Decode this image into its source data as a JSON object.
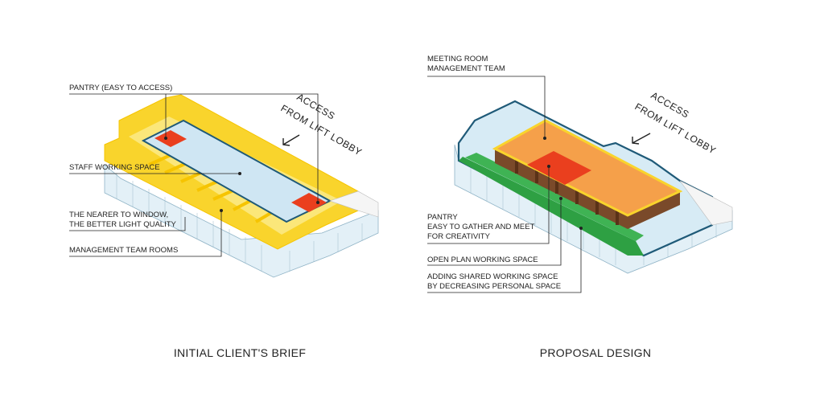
{
  "left": {
    "caption": "INITIAL CLIENT'S BRIEF",
    "access": [
      "ACCESS",
      "FROM LIFT LOBBY"
    ],
    "labels": {
      "pantry": "PANTRY (EASY TO ACCESS)",
      "staff": "STAFF WORKING SPACE",
      "window_1": "THE NEARER TO WINDOW,",
      "window_2": "THE BETTER LIGHT QUALITY",
      "management": "MANAGEMENT TEAM ROOMS"
    }
  },
  "right": {
    "caption": "PROPOSAL DESIGN",
    "access": [
      "ACCESS",
      "FROM LIFT LOBBY"
    ],
    "labels": {
      "meeting_1": "MEETING ROOM",
      "meeting_2": "MANAGEMENT TEAM",
      "pantry_1": "PANTRY",
      "pantry_2": "EASY TO GATHER AND MEET",
      "pantry_3": "FOR CREATIVITY",
      "open_plan": "OPEN PLAN WORKING SPACE",
      "shared_1": "ADDING SHARED WORKING SPACE",
      "shared_2": "BY DECREASING PERSONAL SPACE"
    }
  },
  "colors": {
    "yellow": "#f9d42c",
    "pale_yellow": "#fbe77a",
    "light_blue": "#cfe6f3",
    "outline_blue": "#1f5a78",
    "red": "#ea3f1e",
    "orange": "#f5a04a",
    "green": "#2ea043",
    "brown": "#7a4a2a"
  }
}
